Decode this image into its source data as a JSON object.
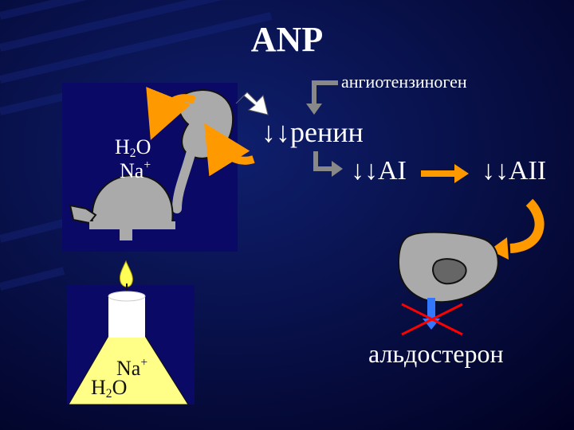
{
  "title": "ANP",
  "labels": {
    "angiotensinogen": "ангиотензиноген",
    "renin_arrows": "↓↓",
    "renin": "ренин",
    "ai_arrows": "↓↓",
    "ai": "AI",
    "aii_arrows": "↓↓",
    "aii": "AII",
    "aldosterone": "альдостерон"
  },
  "left_top": {
    "h2o_main": "H",
    "h2o_sub": "2",
    "h2o_end": "O",
    "na_main": "Na",
    "na_sup": "+"
  },
  "left_bottom": {
    "na_main": "Na",
    "na_sup": "+",
    "h2o_main": "H",
    "h2o_sub": "2",
    "h2o_end": "O"
  },
  "colors": {
    "background": "#000033",
    "panel": "#0a0a66",
    "arrow_orange": "#ff9900",
    "arrow_gray": "#888888",
    "cell_gray": "#aaaaaa",
    "nucleus_gray": "#666666",
    "flask_yellow": "#ffff88",
    "flame_yellow": "#ffff55",
    "cross_red": "#ff0000",
    "release_blue": "#3377ff"
  }
}
